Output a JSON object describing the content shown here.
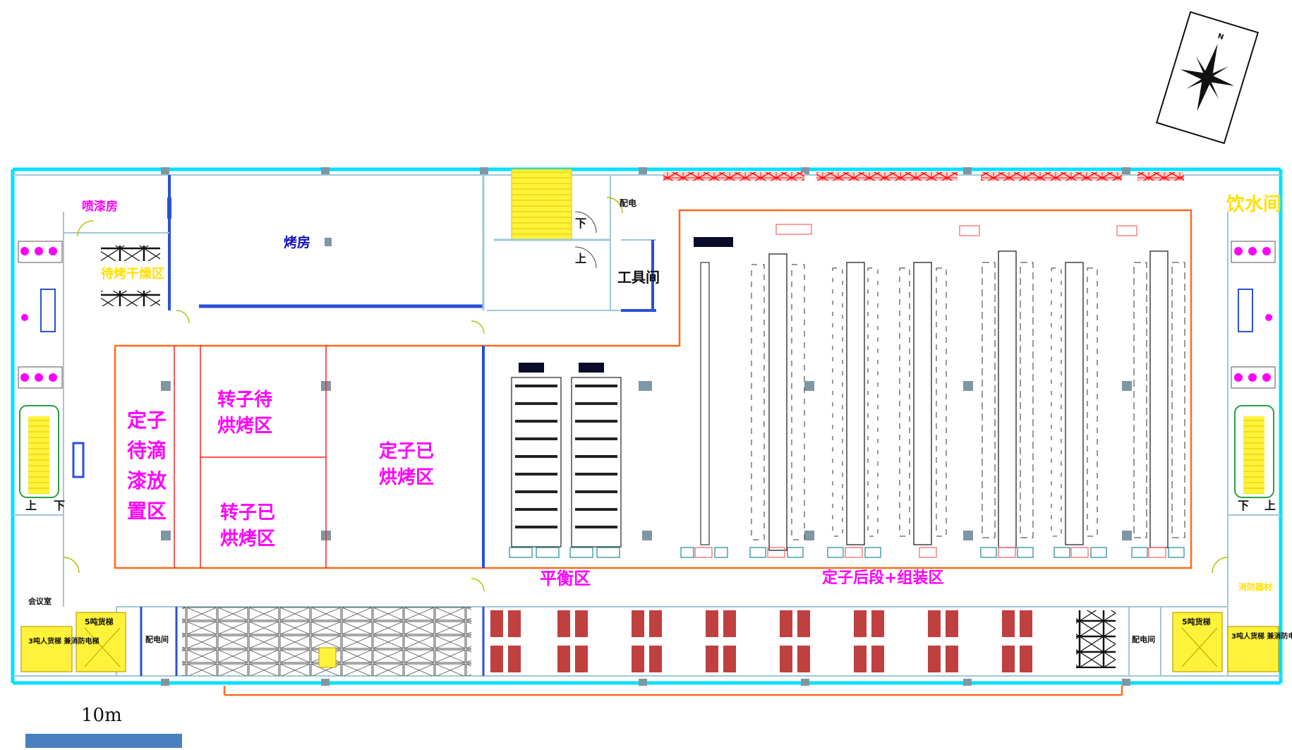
{
  "labels": {
    "paint_room": "喷漆房",
    "oven": "烤房",
    "drying_waiting": "待烤干燥区",
    "stairs_down": "下",
    "stairs_up": "上",
    "tool_room": "工具间",
    "small_room": "配电",
    "water": "饮水间",
    "stator_wait_l1": "定子",
    "stator_wait_l2": "待滴",
    "stator_wait_l3": "漆放",
    "stator_wait_l4": "置区",
    "rotor_wait_l1": "转子待",
    "rotor_wait_l2": "烘烤区",
    "rotor_done_l1": "转子已",
    "rotor_done_l2": "烘烤区",
    "stator_done_l1": "定子已",
    "stator_done_l2": "烘烤区",
    "balance": "平衡区",
    "assembly": "定子后段+组装区",
    "left_up": "上",
    "left_down": "下",
    "right_down": "下",
    "right_up": "上",
    "elevator_small": "5吨货梯",
    "elevator_big": "3吨人货梯\n兼消防电梯",
    "electric_room": "配电间",
    "meeting_room": "会议室",
    "right_note": "消防器材",
    "scale": "10m",
    "north": "N"
  },
  "colors": {
    "wall": "#00e0ff",
    "zone_outline": "#ff6a1a",
    "zone_red": "#ff2020",
    "magenta": "#ff00ff",
    "yellow": "#ffe600",
    "blue": "#2a50d8",
    "scale_bar": "#4a7fc0"
  }
}
